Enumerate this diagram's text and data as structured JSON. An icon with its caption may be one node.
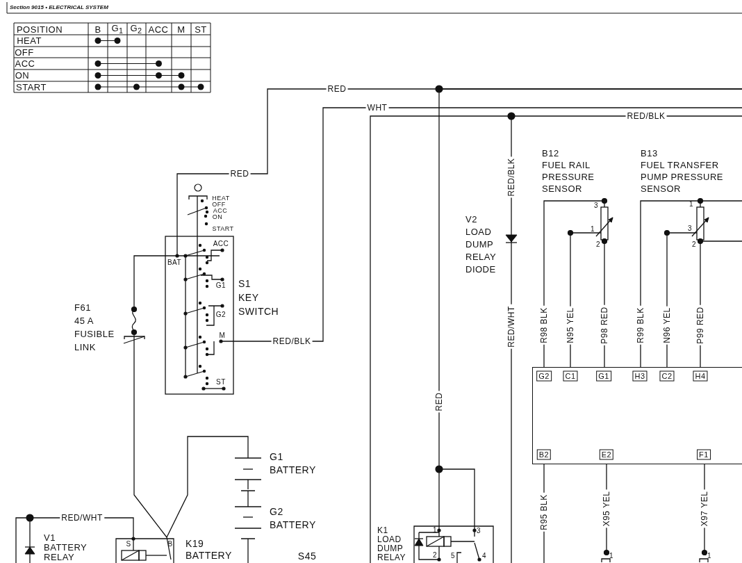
{
  "diagram": {
    "title": "Section 9015 • ELECTRICAL SYSTEM",
    "nodes": [
      {
        "text": [
          "S1 KEY SWITCH"
        ]
      },
      {
        "text": [
          "F61 45 A FUSIBLE LINK"
        ]
      },
      {
        "text": [
          "V2 LOAD DUMP RELAY DIODE"
        ]
      },
      {
        "text": [
          "B12 FUEL RAIL PRESSURE SENSOR"
        ]
      },
      {
        "text": [
          "B13 FUEL TRANSFER PUMP PRESSURE SENSOR"
        ]
      },
      {
        "text": [],
        "shape": "box"
      },
      {
        "text": [
          "G1 BATTERY"
        ]
      },
      {
        "text": [
          "G2 BATTERY"
        ]
      },
      {
        "text": [
          "K19 BATTERY"
        ]
      },
      {
        "text": [
          "V1 BATTERY RELAY"
        ]
      },
      {
        "text": [
          "K1 LOAD DUMP RELAY"
        ]
      },
      {
        "text": [
          "1"
        ]
      },
      {
        "text": [
          "1"
        ]
      }
    ],
    "edges": [
      {
        "from": 0,
        "to": null,
        "arrow": "none",
        "label": "RED"
      },
      {
        "from": 10,
        "to": null,
        "arrow": "none",
        "label": "RED"
      },
      {
        "from": 0,
        "to": null,
        "arrow": "none",
        "label": "RED/BLK"
      },
      {
        "from": 2,
        "to": null,
        "arrow": "none",
        "label": "RED/BLK"
      },
      {
        "from": 2,
        "to": null,
        "arrow": "none",
        "label": "RED/WHT"
      },
      {
        "from": 3,
        "to": 5,
        "arrow": "none",
        "label": "R98 BLK"
      },
      {
        "from": 3,
        "to": 5,
        "arrow": "none",
        "label": "N95 YEL"
      },
      {
        "from": 3,
        "to": 5,
        "arrow": "none",
        "label": "P98 RED"
      },
      {
        "from": 4,
        "to": 5,
        "arrow": "none",
        "label": "R99 BLK"
      },
      {
        "from": 4,
        "to": 5,
        "arrow": "none",
        "label": "N96 YEL"
      },
      {
        "from": 4,
        "to": 5,
        "arrow": "none",
        "label": "P99 RED"
      },
      {
        "from": 5,
        "to": null,
        "arrow": "none",
        "label": "R95 BLK"
      },
      {
        "from": 5,
        "to": 11,
        "arrow": "none",
        "label": "X95 YEL"
      },
      {
        "from": 5,
        "to": 12,
        "arrow": "none",
        "label": "X97 YEL"
      },
      {
        "from": 0,
        "to": 1,
        "arrow": "none"
      },
      {
        "from": 1,
        "to": 8,
        "arrow": "none"
      },
      {
        "from": 8,
        "to": 6,
        "arrow": "none"
      },
      {
        "from": 6,
        "to": 7,
        "arrow": "none"
      },
      {
        "from": 9,
        "to": 8,
        "arrow": "none",
        "label": "RED/WHT"
      }
    ],
    "labels": [
      "POSITION",
      "B",
      "G$_{1}$",
      "G$_{2}$",
      "ACC",
      "M",
      "ST",
      "HEAT",
      "OFF",
      "ACC",
      "ON",
      "START",
      "RED",
      "WHT",
      "RED/BLK",
      "HEAT",
      "OFF",
      "ACC",
      "ON",
      "START",
      "ACC",
      "BAT",
      "G1",
      "G2",
      "M",
      "ST",
      "3",
      "1",
      "2",
      "1",
      "3",
      "2",
      "G2",
      "C1",
      "G1",
      "H3",
      "C2",
      "H4",
      "B2",
      "E2",
      "F1",
      "S",
      "B",
      "1",
      "3",
      "S45",
      "2",
      "5",
      "4"
    ]
  }
}
